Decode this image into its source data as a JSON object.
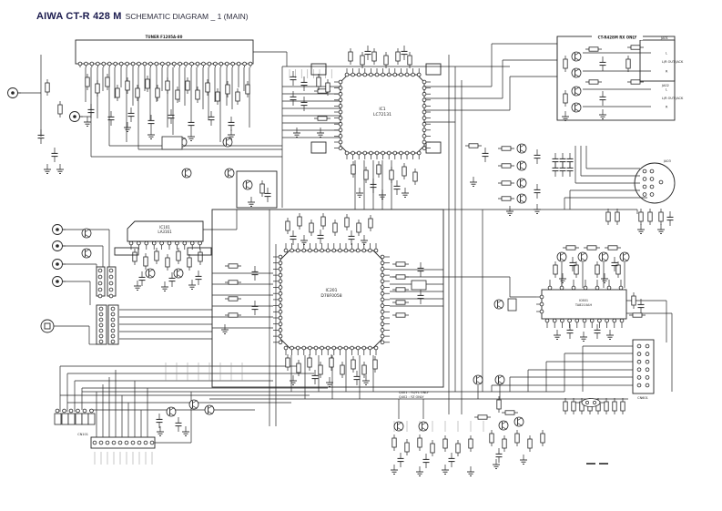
{
  "title": {
    "model": "AIWA CT-R 428 M",
    "subtitle": "SCHEMATIC DIAGRAM _ 1 (MAIN)"
  },
  "colors": {
    "ink": "#262626",
    "title_model": "#1b1b4e",
    "background": "#ffffff"
  },
  "labels": {
    "tuner_block": "TUNER F1205A-80",
    "rx_only_box": "CT-R428M RX ONLY",
    "ic1_ref": "IC1",
    "ic1_part": "LC72131",
    "ic201_ref": "IC201",
    "ic201_part": "D78F0058",
    "ic601_ref": "IC601",
    "ic601_part": "TA8210AH",
    "ic101_ref": "IC101",
    "ic101_part": "LA3161",
    "ja01": "JA01",
    "ja02": "JA02",
    "ja03": "JA03",
    "jack_l": "L",
    "jack_r": "R",
    "out_jack_1": "L/R OUT JACK",
    "out_jack_2": "L/R OUT JACK",
    "cn601": "CN601",
    "cn101": "CN101",
    "note1": "Q401 : YU/YL ONLY",
    "note2": "Q402 : YZ ONLY"
  }
}
